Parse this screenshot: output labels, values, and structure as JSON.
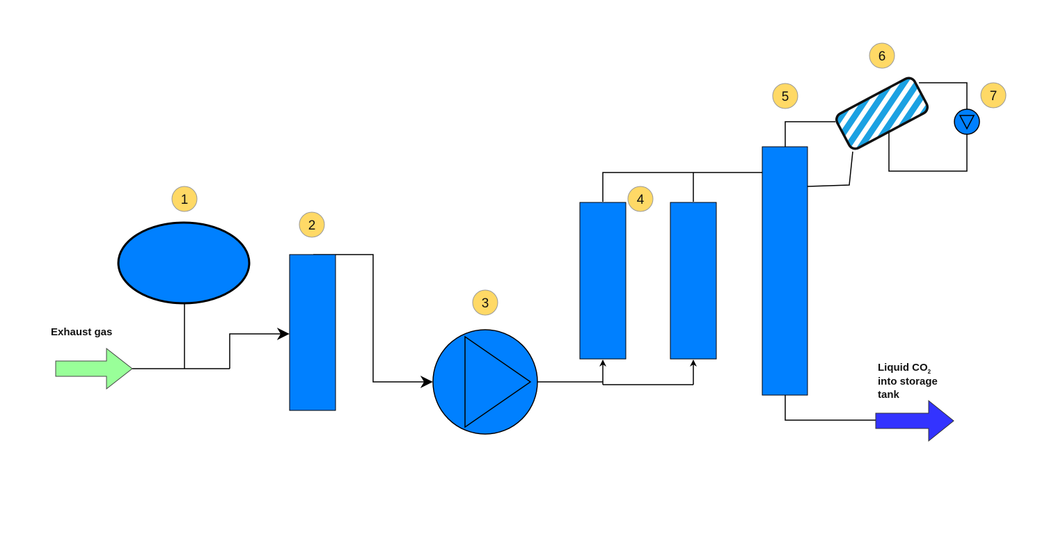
{
  "colors": {
    "equipment": "#0080ff",
    "badge": "#ffd966",
    "inlet_arrow": "#99ff99",
    "outlet_arrow": "#3333ff",
    "stripe_a": "#1ba1e2",
    "stripe_b": "#ffffff",
    "line": "#000000"
  },
  "labels": {
    "exhaust_gas": "Exhaust gas",
    "liquid_co2_line1_prefix": "Liquid CO",
    "liquid_co2_subscript": "2",
    "liquid_co2_line2": "into storage",
    "liquid_co2_line3": "tank"
  },
  "badges": [
    "1",
    "2",
    "3",
    "4",
    "5",
    "6",
    "7"
  ]
}
